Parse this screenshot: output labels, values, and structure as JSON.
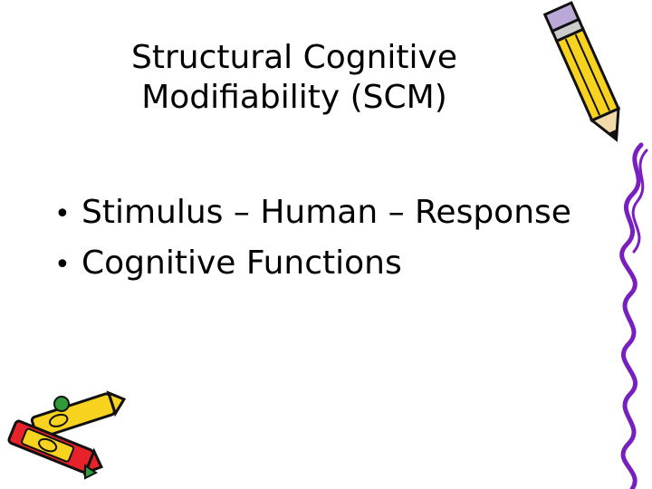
{
  "slide": {
    "title_lines": [
      "Structural Cognitive",
      "Modifiability (SCM)"
    ],
    "bullets": [
      {
        "marker": "•",
        "text": "Stimulus – Human – Response"
      },
      {
        "marker": "•",
        "text": "Cognitive Functions"
      }
    ]
  },
  "decorations": {
    "top_right_icon": "pencil-icon",
    "bottom_left_icon": "crayons-icon",
    "right_edge_icon": "squiggle-border-icon",
    "colors": {
      "pencil_body": "#f7d21e",
      "crayon_red": "#e8222a",
      "crayon_green": "#2f9b3a",
      "squiggle_purple": "#7a1fbf",
      "outline": "#111111"
    }
  }
}
